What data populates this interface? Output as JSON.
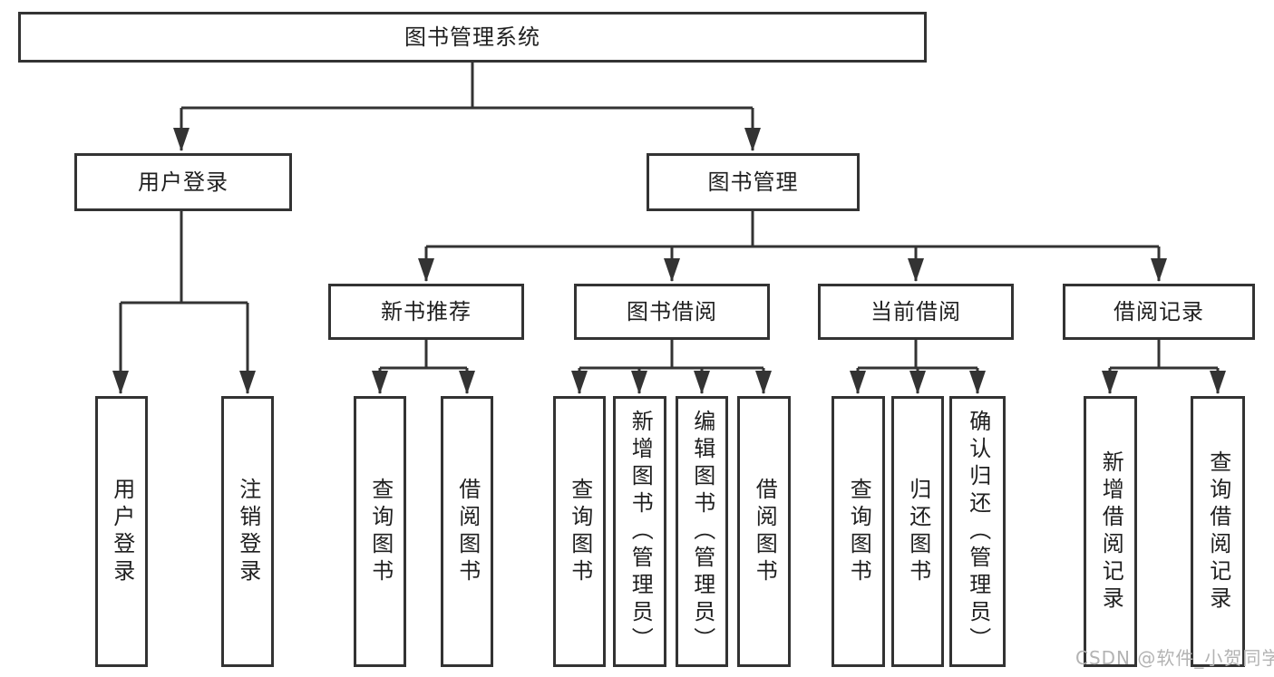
{
  "diagram_type": "hierarchy-tree",
  "colors": {
    "line": "#333333",
    "box_border": "#333333",
    "box_fill": "#ffffff",
    "text": "#1f1f1f",
    "watermark": "#b3b3b3"
  },
  "tree": {
    "root": {
      "label": "图书管理系统"
    },
    "children": [
      {
        "label": "用户登录",
        "children": [
          {
            "label": "用户登录"
          },
          {
            "label": "注销登录"
          }
        ]
      },
      {
        "label": "图书管理",
        "children": [
          {
            "label": "新书推荐",
            "children": [
              {
                "label": "查询图书"
              },
              {
                "label": "借阅图书"
              }
            ]
          },
          {
            "label": "图书借阅",
            "children": [
              {
                "label": "查询图书"
              },
              {
                "label": "新增图书（管理员）"
              },
              {
                "label": "编辑图书（管理员）"
              },
              {
                "label": "借阅图书"
              }
            ]
          },
          {
            "label": "当前借阅",
            "children": [
              {
                "label": "查询图书"
              },
              {
                "label": "归还图书"
              },
              {
                "label": "确认归还（管理员）"
              }
            ]
          },
          {
            "label": "借阅记录",
            "children": [
              {
                "label": "新增借阅记录"
              },
              {
                "label": "查询借阅记录"
              }
            ]
          }
        ]
      }
    ]
  },
  "watermark": {
    "text": "CSDN @软件_小贺同学"
  }
}
